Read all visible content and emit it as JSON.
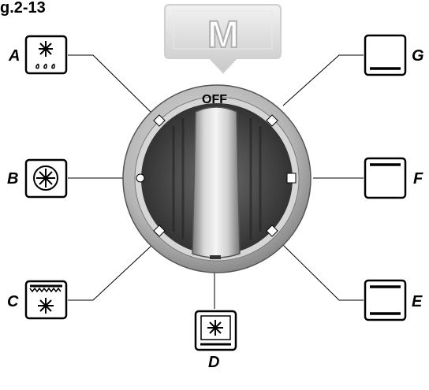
{
  "figure_title": "g.2-13",
  "mode_button": {
    "label": "M"
  },
  "knob": {
    "off_label": "OFF"
  },
  "functions": [
    {
      "letter": "A",
      "icon": "defrost-fan-drops-icon"
    },
    {
      "letter": "B",
      "icon": "fan-icon"
    },
    {
      "letter": "C",
      "icon": "top-grill-fan-icon"
    },
    {
      "letter": "D",
      "icon": "bottom-heat-fan-icon"
    },
    {
      "letter": "E",
      "icon": "top-bottom-heat-icon"
    },
    {
      "letter": "F",
      "icon": "top-heat-icon"
    },
    {
      "letter": "G",
      "icon": "bottom-heat-icon"
    }
  ],
  "colors": {
    "line": "#000000",
    "bezel": "#9a9a9a",
    "dial": "#4a4a4a",
    "handle": "#c8c8c8",
    "m_button": "#bdbdbd"
  }
}
